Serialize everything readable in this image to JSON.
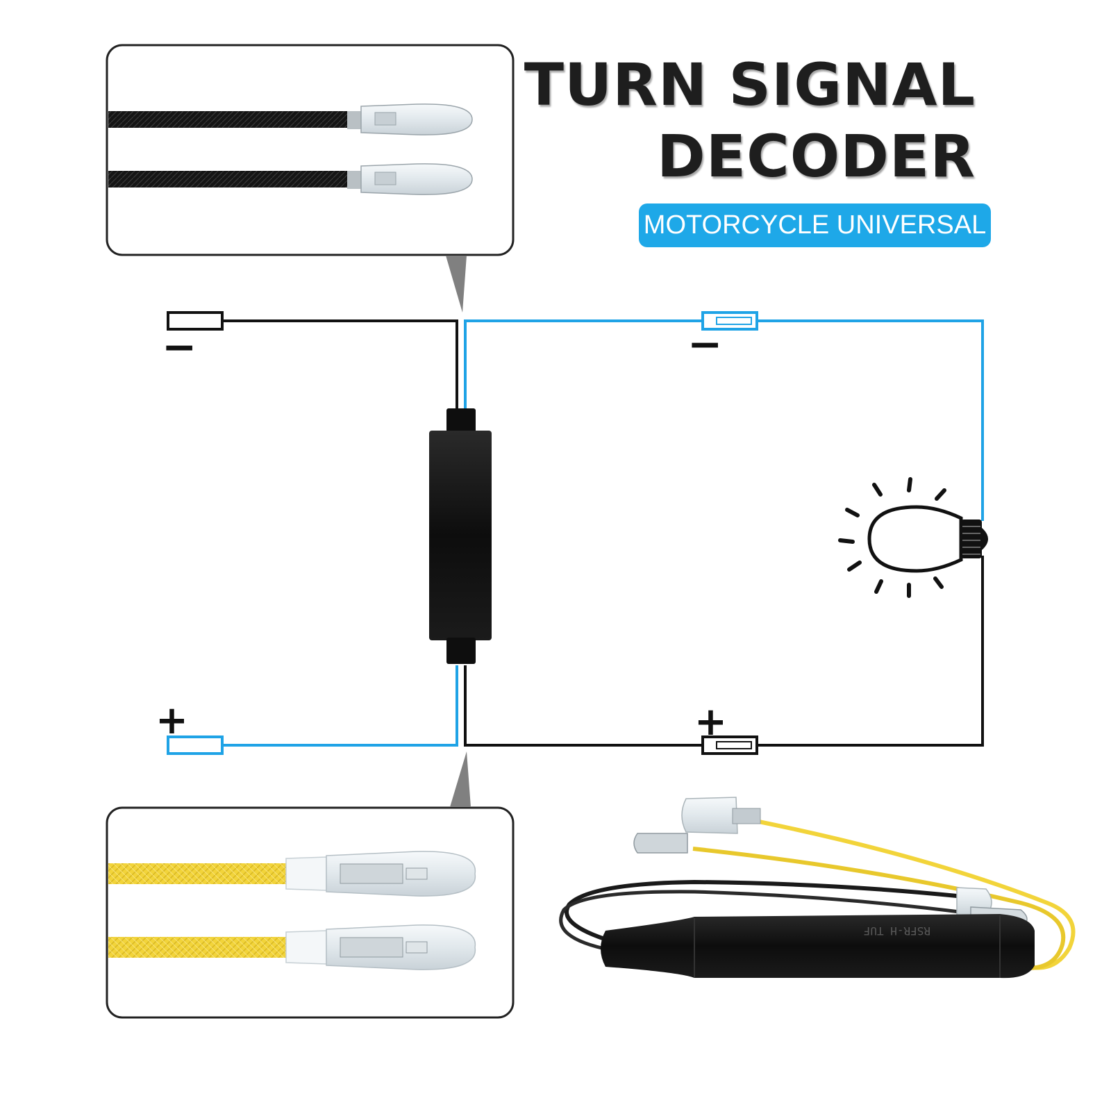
{
  "title": {
    "line1": "TURN SIGNAL",
    "line2": "DECODER"
  },
  "subtitle": "MOTORCYCLE UNIVERSAL",
  "polarity": {
    "minus": "−",
    "plus": "+"
  },
  "colors": {
    "title_text": "#1e1e1e",
    "badge": "#1ea8e8",
    "wire_blue": "#1fa3e6",
    "wire_black": "#111111",
    "wire_yellow": "#f2d43a",
    "decoder_body": "#111111",
    "callout_border": "#222222",
    "terminal_sleeve": "#e8eef2"
  },
  "icons": {
    "bulb": "light-bulb-icon",
    "decoder": "decoder-module",
    "connector": "bullet-connector"
  },
  "callouts": [
    {
      "wire_color": "black",
      "connectors": 2
    },
    {
      "wire_color": "yellow",
      "connectors": 2
    }
  ]
}
